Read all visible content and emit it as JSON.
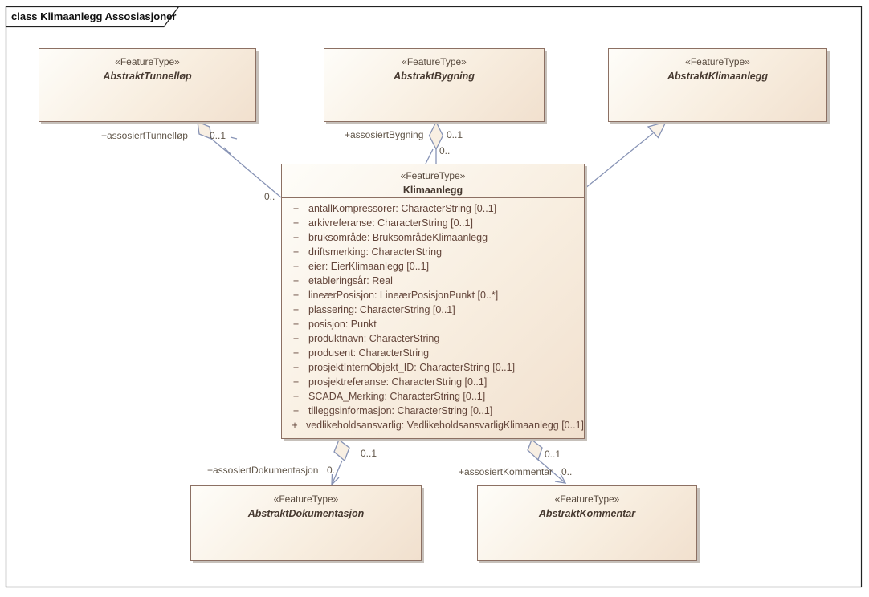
{
  "frame": {
    "title": "class Klimaanlegg Assosiasjoner"
  },
  "colors": {
    "box_border": "#8c7063",
    "box_fill_light": "#fefdf9",
    "box_fill_dark": "#f1e0ce",
    "box_shadow": "#c6c0ba",
    "connector": "#8793b5",
    "attribute_text": "#63453a",
    "label_text": "#605548",
    "frame_border": "#222222"
  },
  "classes": {
    "tunnellop": {
      "stereotype": "«FeatureType»",
      "name": "AbstraktTunnelløp"
    },
    "bygning": {
      "stereotype": "«FeatureType»",
      "name": "AbstraktBygning"
    },
    "abstraktKlimaanlegg": {
      "stereotype": "«FeatureType»",
      "name": "AbstraktKlimaanlegg"
    },
    "dokumentasjon": {
      "stereotype": "«FeatureType»",
      "name": "AbstraktDokumentasjon"
    },
    "kommentar": {
      "stereotype": "«FeatureType»",
      "name": "AbstraktKommentar"
    },
    "klimaanlegg": {
      "stereotype": "«FeatureType»",
      "name": "Klimaanlegg",
      "attributes": [
        {
          "vis": "+",
          "text": "antallKompressorer: CharacterString [0..1]"
        },
        {
          "vis": "+",
          "text": "arkivreferanse: CharacterString [0..1]"
        },
        {
          "vis": "+",
          "text": "bruksområde: BruksområdeKlimaanlegg"
        },
        {
          "vis": "+",
          "text": "driftsmerking: CharacterString"
        },
        {
          "vis": "+",
          "text": "eier: EierKlimaanlegg [0..1]"
        },
        {
          "vis": "+",
          "text": "etableringsår: Real"
        },
        {
          "vis": "+",
          "text": "lineærPosisjon: LineærPosisjonPunkt [0..*]"
        },
        {
          "vis": "+",
          "text": "plassering: CharacterString [0..1]"
        },
        {
          "vis": "+",
          "text": "posisjon: Punkt"
        },
        {
          "vis": "+",
          "text": "produktnavn: CharacterString"
        },
        {
          "vis": "+",
          "text": "produsent: CharacterString"
        },
        {
          "vis": "+",
          "text": "prosjektInternObjekt_ID: CharacterString [0..1]"
        },
        {
          "vis": "+",
          "text": "prosjektreferanse: CharacterString [0..1]"
        },
        {
          "vis": "+",
          "text": "SCADA_Merking: CharacterString [0..1]"
        },
        {
          "vis": "+",
          "text": "tilleggsinformasjon: CharacterString [0..1]"
        },
        {
          "vis": "+",
          "text": "vedlikeholdsansvarlig: VedlikeholdsansvarligKlimaanlegg [0..1]"
        }
      ]
    }
  },
  "connectors": {
    "tunnellop": {
      "type": "aggregation",
      "role": "+assosiertTunnelløp",
      "target_mult": "0..1",
      "source_mult": "0.."
    },
    "bygning": {
      "type": "aggregation",
      "role": "+assosiertBygning",
      "target_mult": "0..1",
      "source_mult": "0.."
    },
    "generalization": {
      "type": "generalization",
      "target": "AbstraktKlimaanlegg"
    },
    "dokumentasjon": {
      "type": "aggregation",
      "role": "+assosiertDokumentasjon",
      "target_mult": "0..1",
      "source_mult": "0.."
    },
    "kommentar": {
      "type": "aggregation",
      "role": "+assosiertKommentar",
      "target_mult": "0..1",
      "source_mult": "0.."
    }
  }
}
